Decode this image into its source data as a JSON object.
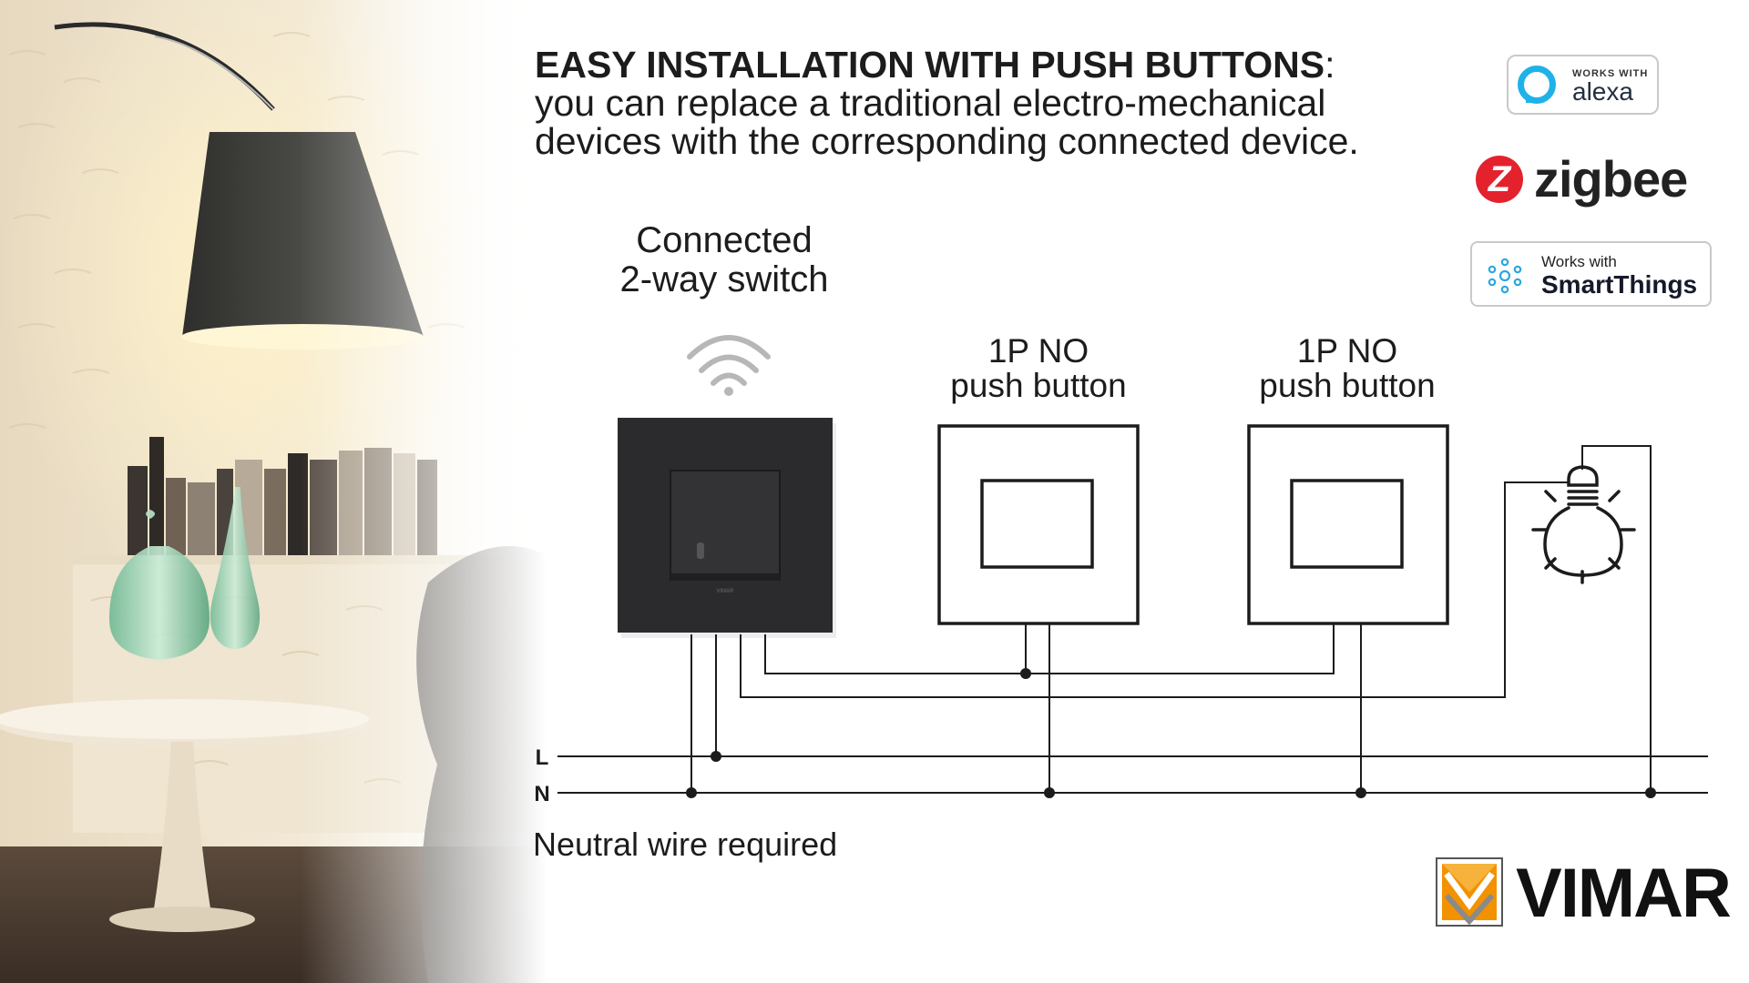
{
  "headline": {
    "bold": "EASY INSTALLATION WITH PUSH BUTTONS",
    "colon": ":",
    "line2": "you can replace a traditional electro-mechanical",
    "line3": "devices with the corresponding connected device."
  },
  "devices": {
    "switch": {
      "line1": "Connected",
      "line2": "2-way switch",
      "mark": "VIMAR"
    },
    "push_button_1": {
      "line1": "1P NO",
      "line2": "push button"
    },
    "push_button_2": {
      "line1": "1P NO",
      "line2": "push button"
    },
    "lamp": {
      "icon": "light-bulb-icon"
    },
    "wifi": {
      "icon": "wifi-icon"
    }
  },
  "lines": {
    "live": "L",
    "neutral": "N"
  },
  "note": "Neutral wire required",
  "badges": {
    "alexa": {
      "small": "WORKS WITH",
      "big": "alexa"
    },
    "zigbee": {
      "word": "zigbee"
    },
    "smartthings": {
      "small": "Works with",
      "big": "SmartThings"
    }
  },
  "brand": {
    "word": "VIMAR"
  },
  "colors": {
    "wire": "#1c1c1c",
    "switch_body": "#2b2b2d",
    "alexa_blue": "#1fb2e8",
    "zigbee_red": "#e4222e",
    "vimar_orange": "#f29200"
  }
}
